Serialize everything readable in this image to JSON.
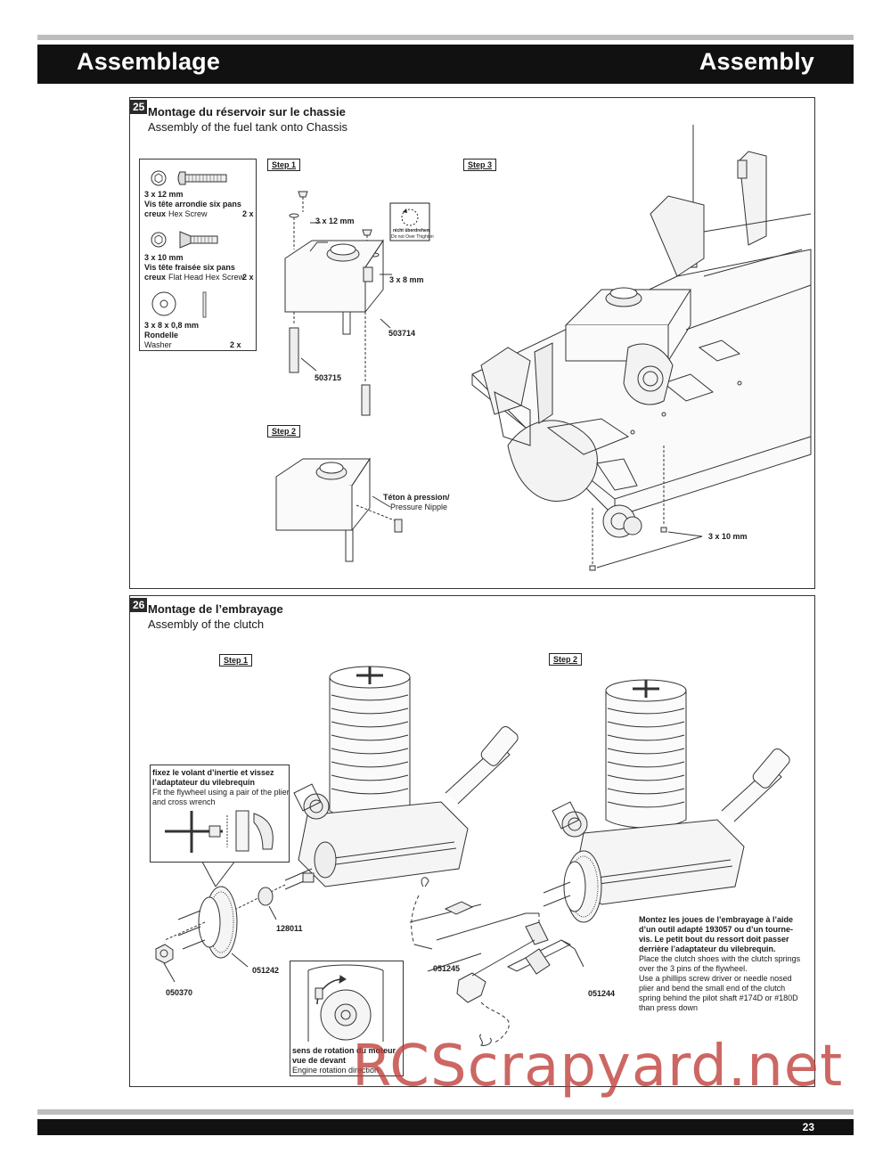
{
  "header": {
    "left_title": "Assemblage",
    "right_title": "Assembly"
  },
  "section25": {
    "number": "25",
    "title_fr": "Montage du réservoir sur le chassie",
    "title_en": "Assembly of the fuel tank onto Chassis",
    "parts": [
      {
        "size": "3 x 12 mm",
        "desc_fr": "Vis tête arrondie six pans",
        "desc_fr2": "creux",
        "desc_en": "Hex Screw",
        "qty": "2 x"
      },
      {
        "size": "3 x 10 mm",
        "desc_fr": "Vis tête fraisée six pans",
        "desc_fr2": "creux",
        "desc_en": "Flat Head Hex Screw",
        "qty": "2 x"
      },
      {
        "size": "3 x 8 x 0,8 mm",
        "desc_fr": "Rondelle",
        "desc_fr2": "",
        "desc_en": "Washer",
        "qty": "2 x"
      }
    ],
    "step1": "Step 1",
    "step2": "Step 2",
    "step3": "Step 3",
    "callouts": {
      "screw_12": "3 x 12 mm",
      "screw_8": "3 x 8 mm",
      "part_503714": "503714",
      "part_503715": "503715",
      "warn_de": "nicht überdrehen",
      "warn_en": "Do not Over Thighten",
      "nipple_fr": "Téton à pression/",
      "nipple_en": "Pressure Nipple",
      "screw_10": "3 x 10 mm"
    }
  },
  "section26": {
    "number": "26",
    "title_fr": "Montage de l’embrayage",
    "title_en": "Assembly of the clutch",
    "step1": "Step 1",
    "step2": "Step 2",
    "flywheel_fr1": "fixez le volant d’inertie et vissez",
    "flywheel_fr2": "l’adaptateur du vilebrequin",
    "flywheel_en1": "Fit the flywheel using a pair of the plier",
    "flywheel_en2": "and cross wrench",
    "parts": {
      "p128011": "128011",
      "p051242": "051242",
      "p050370": "050370",
      "p051245": "051245",
      "p051244": "051244"
    },
    "rotation_fr1": "sens de rotation du moteur",
    "rotation_fr2": "vue de devant",
    "rotation_en": "Engine rotation direction",
    "note_fr": [
      "Montez les joues de l’embrayage à l’aide",
      "d’un outil adapté 193057 ou d’un tourne-",
      "vis. Le petit bout du ressort doit passer",
      "derrière l’adaptateur du vilebrequin."
    ],
    "note_en": [
      "Place the clutch shoes with  the clutch springs",
      "over the 3 pins of the flywheel.",
      "Use a phillips screw driver or needle nosed",
      "plier and bend the small end of the clutch",
      "spring behind the pilot shaft #174D or #180D",
      "than press down"
    ]
  },
  "footer": {
    "page_number": "23"
  },
  "watermark": "RCScrapyard.net"
}
